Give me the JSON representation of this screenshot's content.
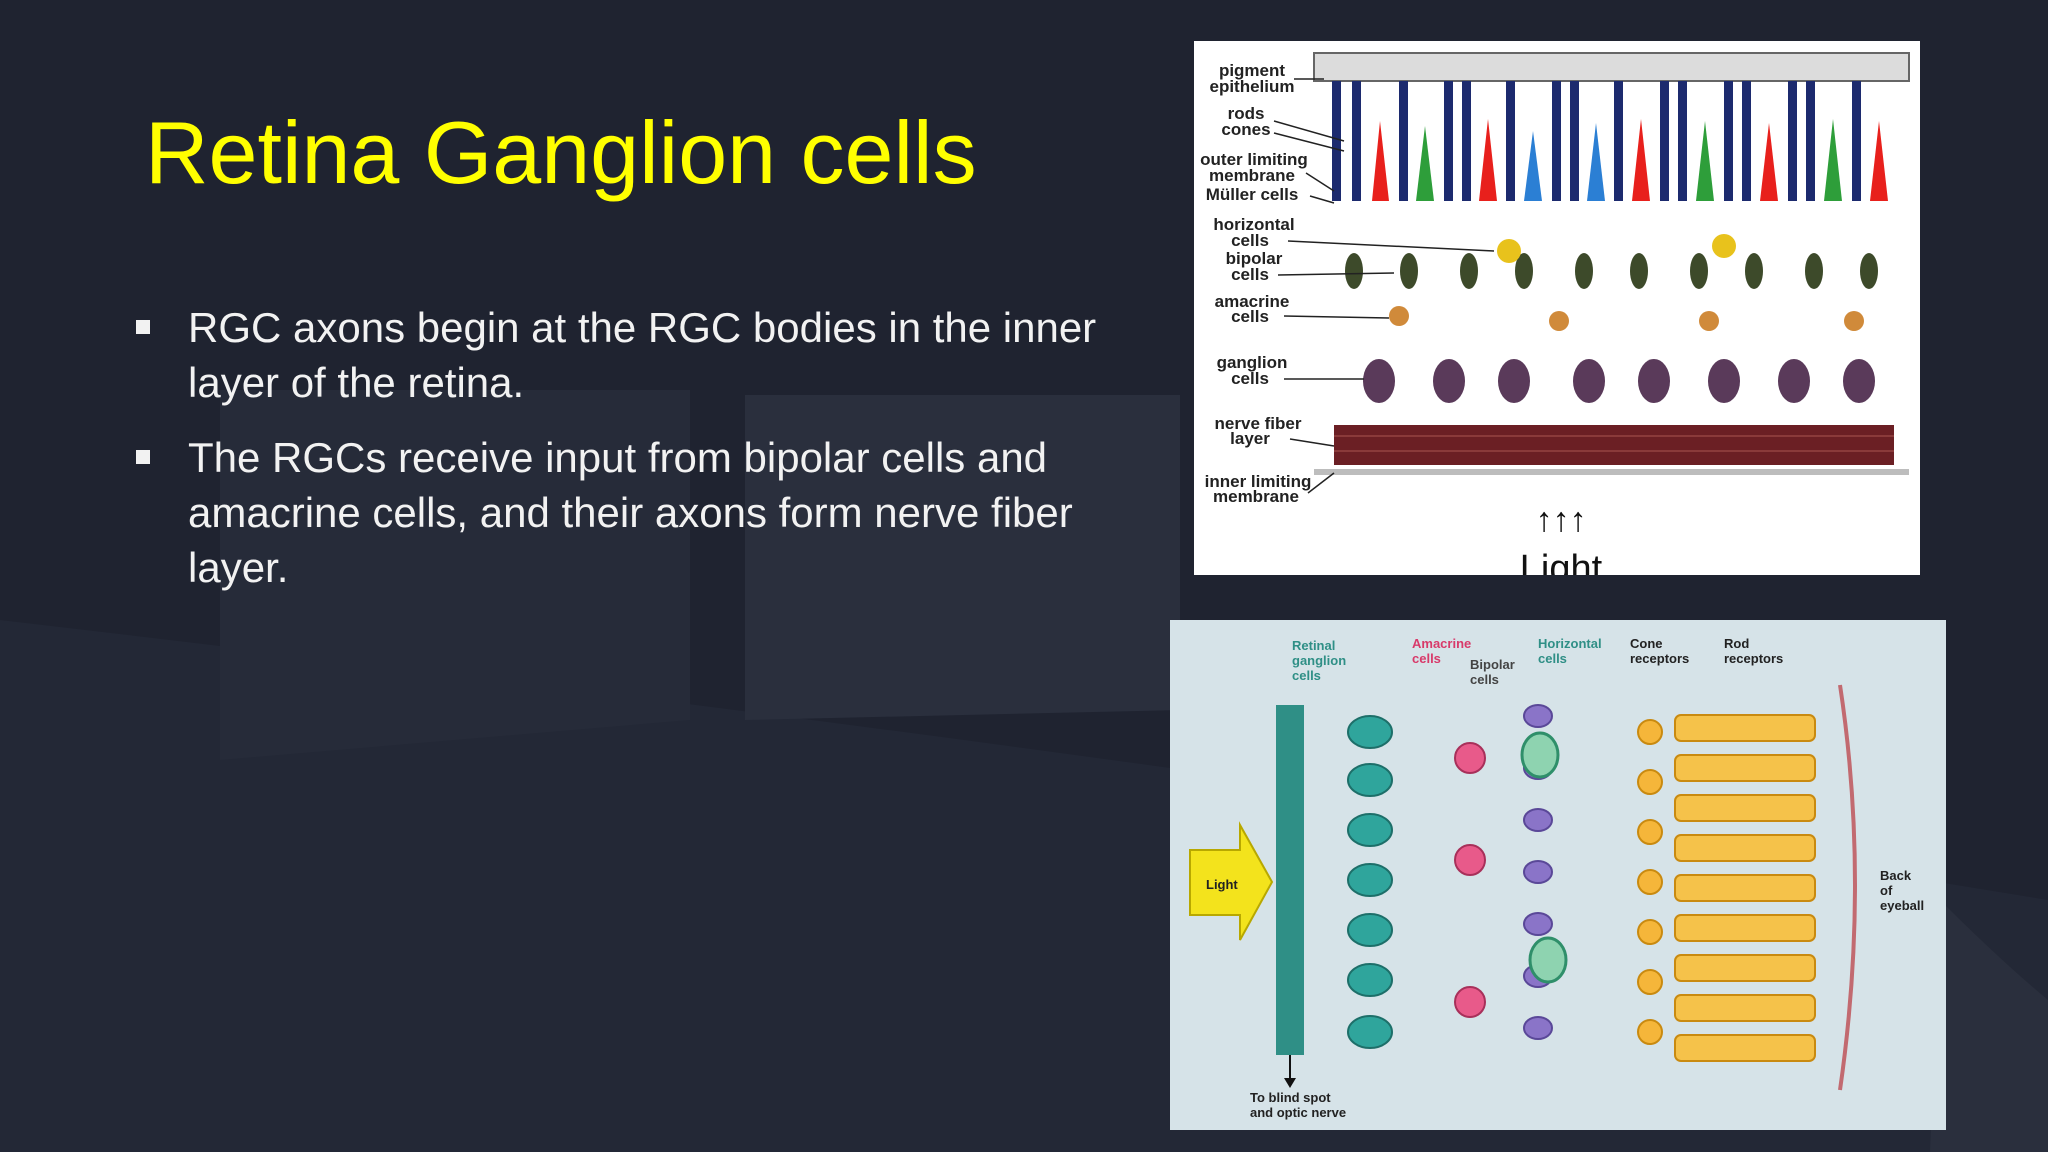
{
  "slide": {
    "title": "Retina Ganglion cells",
    "bullets": [
      "RGC axons begin at the RGC bodies in the inner layer of the retina.",
      "The RGCs receive input from bipolar cells and amacrine cells, and their axons form nerve fiber layer."
    ]
  },
  "figure_top": {
    "labels": {
      "pigment_epithelium_1": "pigment",
      "pigment_epithelium_2": "epithelium",
      "rods": "rods",
      "cones": "cones",
      "outer_limiting_1": "outer limiting",
      "outer_limiting_2": "membrane",
      "muller": "Müller cells",
      "horizontal_1": "horizontal",
      "horizontal_2": "cells",
      "bipolar_1": "bipolar",
      "bipolar_2": "cells",
      "amacrine_1": "amacrine",
      "amacrine_2": "cells",
      "ganglion_1": "ganglion",
      "ganglion_2": "cells",
      "nerve_fiber_1": "nerve fiber",
      "nerve_fiber_2": "layer",
      "inner_limiting_1": "inner limiting",
      "inner_limiting_2": "membrane",
      "arrows": "↑↑↑",
      "light": "Light"
    }
  },
  "figure_bottom": {
    "labels": {
      "retinal_ganglion_1": "Retinal",
      "retinal_ganglion_2": "ganglion",
      "retinal_ganglion_3": "cells",
      "amacrine_1": "Amacrine",
      "amacrine_2": "cells",
      "bipolar_1": "Bipolar",
      "bipolar_2": "cells",
      "horizontal_1": "Horizontal",
      "horizontal_2": "cells",
      "cone_1": "Cone",
      "cone_2": "receptors",
      "rod_1": "Rod",
      "rod_2": "receptors",
      "light": "Light",
      "back_1": "Back",
      "back_2": "of",
      "back_3": "eyeball",
      "blind_1": "To blind spot",
      "blind_2": "and optic nerve"
    }
  },
  "colors": {
    "background": "#1f2330",
    "title": "#ffff00",
    "body_text": "#f2f2f2"
  }
}
